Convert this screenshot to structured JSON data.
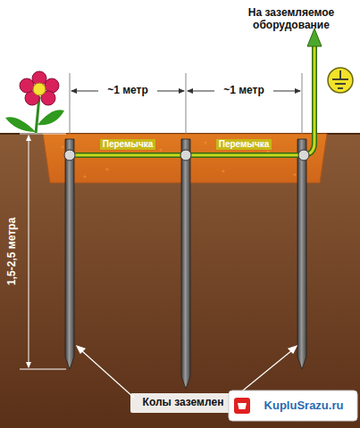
{
  "diagram": {
    "labels": [
      "~1 метр",
      "~1 метр",
      "На заземляемое оборудование",
      "1,5-2,5 метра",
      "Перемычка",
      "Перемычка",
      "Колы заземлен",
      "KupluSrazu.ru"
    ]
  }
}
